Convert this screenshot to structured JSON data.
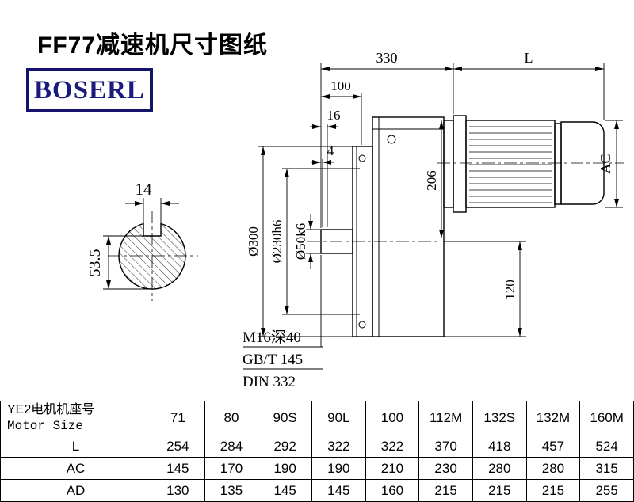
{
  "page": {
    "title": "FF77减速机尺寸图纸"
  },
  "logo": {
    "text": "BOSERL"
  },
  "drawing": {
    "dim_330": "330",
    "dim_L": "L",
    "dim_100": "100",
    "dim_16": "16",
    "dim_4": "4",
    "dim_14": "14",
    "dim_53_5": "53.5",
    "dim_d300": "Ø300",
    "dim_d230": "Ø230h6",
    "dim_d50": "Ø50k6",
    "dim_206": "206",
    "dim_AC": "AC",
    "dim_120": "120",
    "note1": "M16深40",
    "note2": "GB/T 145",
    "note3": "DIN 332"
  },
  "table": {
    "header_cn": "YE2电机机座号",
    "header_en": "Motor Size",
    "columns": [
      "71",
      "80",
      "90S",
      "90L",
      "100",
      "112M",
      "132S",
      "132M",
      "160M"
    ],
    "rows": [
      {
        "label": "L",
        "values": [
          "254",
          "284",
          "292",
          "322",
          "322",
          "370",
          "418",
          "457",
          "524"
        ]
      },
      {
        "label": "AC",
        "values": [
          "145",
          "170",
          "190",
          "190",
          "210",
          "230",
          "280",
          "280",
          "315"
        ]
      },
      {
        "label": "AD",
        "values": [
          "130",
          "135",
          "145",
          "145",
          "160",
          "215",
          "215",
          "215",
          "255"
        ]
      }
    ]
  }
}
